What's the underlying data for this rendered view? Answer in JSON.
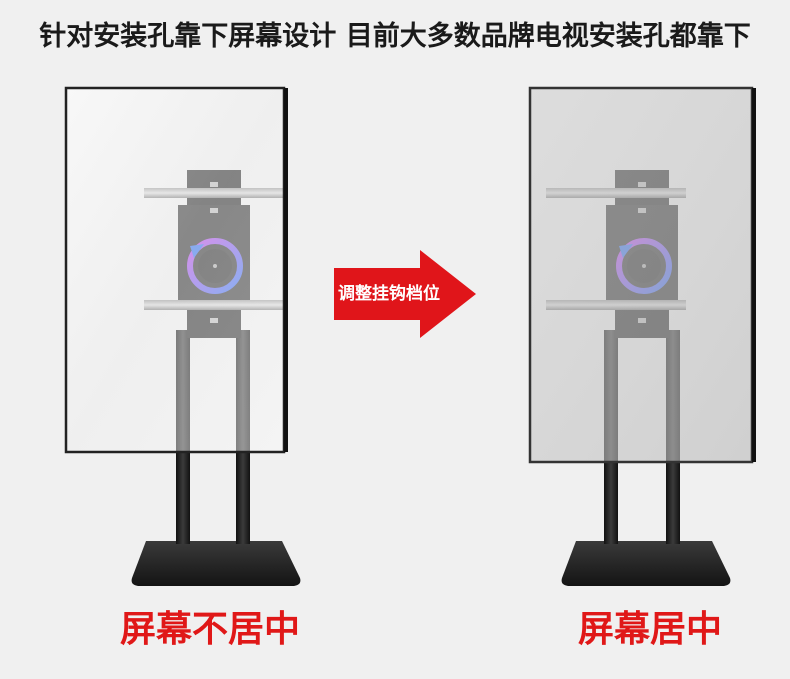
{
  "headline": "针对安装孔靠下屏幕设计 目前大多数品牌电视安装孔都靠下",
  "arrow": {
    "label": "调整挂钩档位"
  },
  "left_panel": {
    "caption": "屏幕不居中"
  },
  "right_panel": {
    "caption": "屏幕居中"
  },
  "colors": {
    "caption_red": "#e01818",
    "arrow_red": "#e0151a",
    "stand_black": "#1e1e1e",
    "rotate_ring_start": "#b040e0",
    "rotate_ring_end": "#3070f0"
  },
  "icons": [
    "rotate-arrow-icon",
    "right-arrow-icon"
  ]
}
